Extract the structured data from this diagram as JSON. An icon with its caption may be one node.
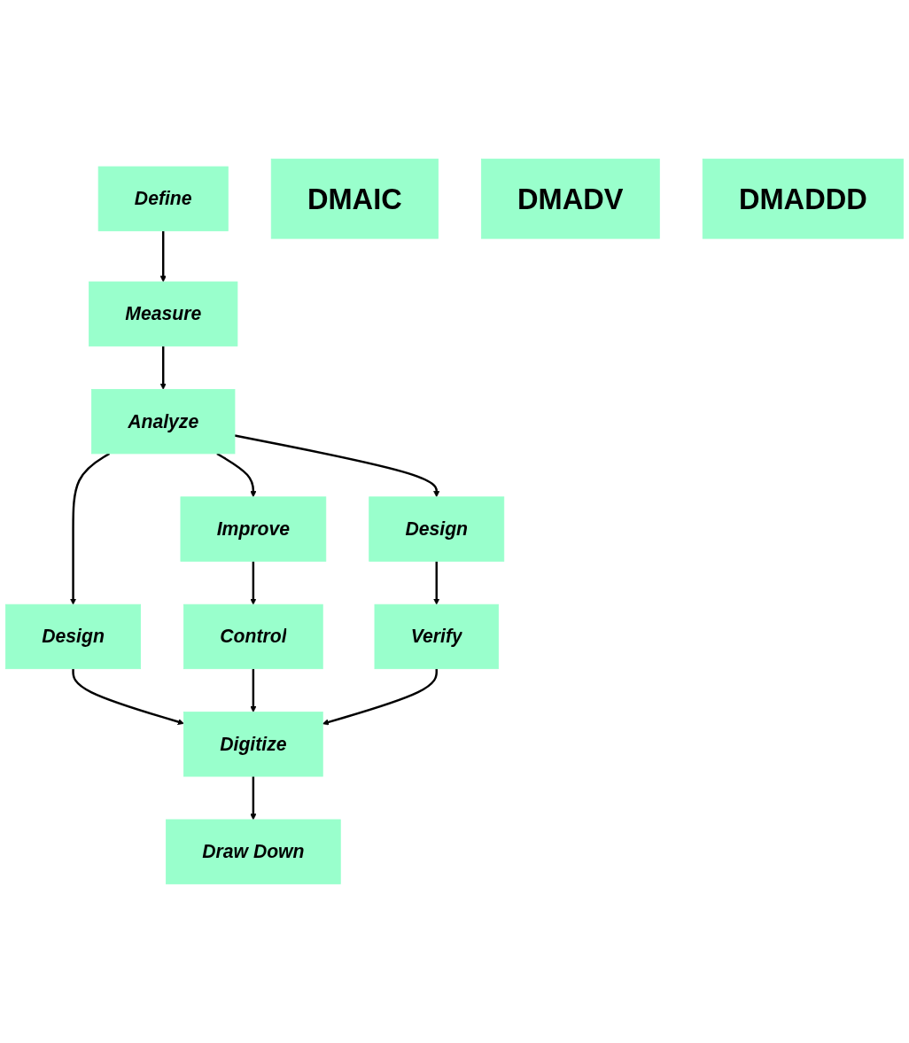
{
  "diagram": {
    "nodes": [
      {
        "text": [
          "Define"
        ]
      },
      {
        "text": [
          "Measure"
        ]
      },
      {
        "text": [
          "DMAIC"
        ]
      },
      {
        "text": [
          "DMADV"
        ]
      },
      {
        "text": [
          "Analyze"
        ]
      },
      {
        "text": [
          "Improve"
        ]
      },
      {
        "text": [
          "Design"
        ]
      },
      {
        "text": [
          "Design"
        ]
      },
      {
        "text": [
          "Control"
        ]
      },
      {
        "text": [
          "Digitize"
        ]
      },
      {
        "text": [
          "Verify"
        ]
      },
      {
        "text": [
          "Draw Down"
        ]
      },
      {
        "text": [
          "DMADDD"
        ]
      }
    ],
    "edges": [
      {
        "from": 0,
        "to": 1,
        "arrow": "to"
      },
      {
        "from": 1,
        "to": 4,
        "arrow": "to"
      },
      {
        "from": 4,
        "to": 5,
        "arrow": "to"
      },
      {
        "from": 4,
        "to": 6,
        "arrow": "to"
      },
      {
        "from": 4,
        "to": 7,
        "arrow": "to"
      },
      {
        "from": 5,
        "to": 8,
        "arrow": "to"
      },
      {
        "from": 6,
        "to": 9,
        "arrow": "to"
      },
      {
        "from": 7,
        "to": 10,
        "arrow": "to"
      },
      {
        "from": 8,
        "to": 9,
        "arrow": "to"
      },
      {
        "from": 10,
        "to": 9,
        "arrow": "to"
      },
      {
        "from": 9,
        "to": 11,
        "arrow": "to"
      }
    ]
  }
}
